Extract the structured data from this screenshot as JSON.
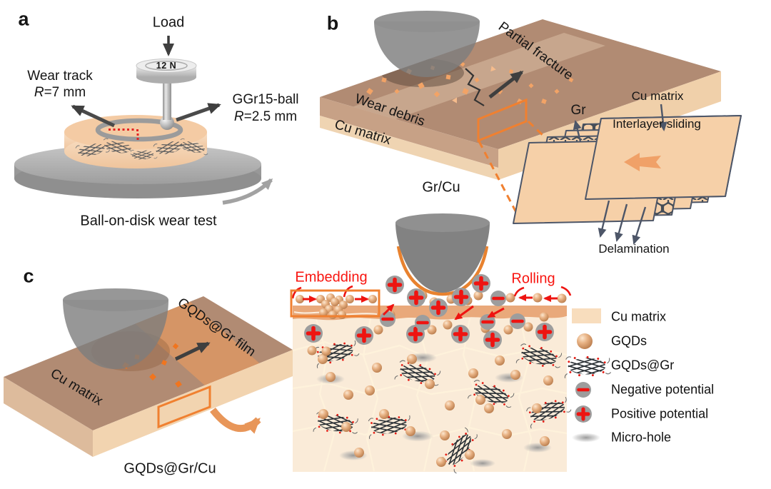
{
  "panels": {
    "a": {
      "tag": "a",
      "load_label": "Load",
      "weight_label": "12 N",
      "wear_track": {
        "line1": "Wear track",
        "r": "R",
        "rest": "=7 mm"
      },
      "ball": {
        "line1": "GGr15-ball",
        "r": "R",
        "rest": "=2.5 mm"
      },
      "caption": "Ball-on-disk wear test"
    },
    "b": {
      "tag": "b",
      "partial_fracture": "Partial fracture",
      "wear_debris": "Wear debris",
      "cu_matrix": "Cu matrix",
      "gr": "Gr",
      "stack": {
        "cu_matrix": "Cu matrix",
        "interlayer_sliding": "Interlayer sliding",
        "delamination": "Delamination"
      },
      "caption": "Gr/Cu"
    },
    "c": {
      "tag": "c",
      "film": "GQDs@Gr film",
      "cu_matrix": "Cu matrix",
      "embedding": "Embedding",
      "rolling": "Rolling",
      "caption": "GQDs@Gr/Cu"
    }
  },
  "legend": {
    "items": [
      {
        "icon": "cu-matrix-swatch",
        "label": "Cu matrix"
      },
      {
        "icon": "gqds-sphere",
        "label": "GQDs"
      },
      {
        "icon": "gqds-gr-flake",
        "label": "GQDs@Gr"
      },
      {
        "icon": "negative-potential-icon",
        "label": "Negative potential"
      },
      {
        "icon": "positive-potential-icon",
        "label": "Positive potential"
      },
      {
        "icon": "micro-hole-icon",
        "label": "Micro-hole"
      }
    ]
  },
  "colors": {
    "accent_orange": "#F08030",
    "highlight_red": "#F81510",
    "cu_matrix_brown": "#B18B73",
    "cu_matrix_peach": "#F6D0A8",
    "cream_matrix": "#FAEBD8",
    "ball_gray": "#8A8A8A",
    "outline_slate": "#4D5668"
  }
}
